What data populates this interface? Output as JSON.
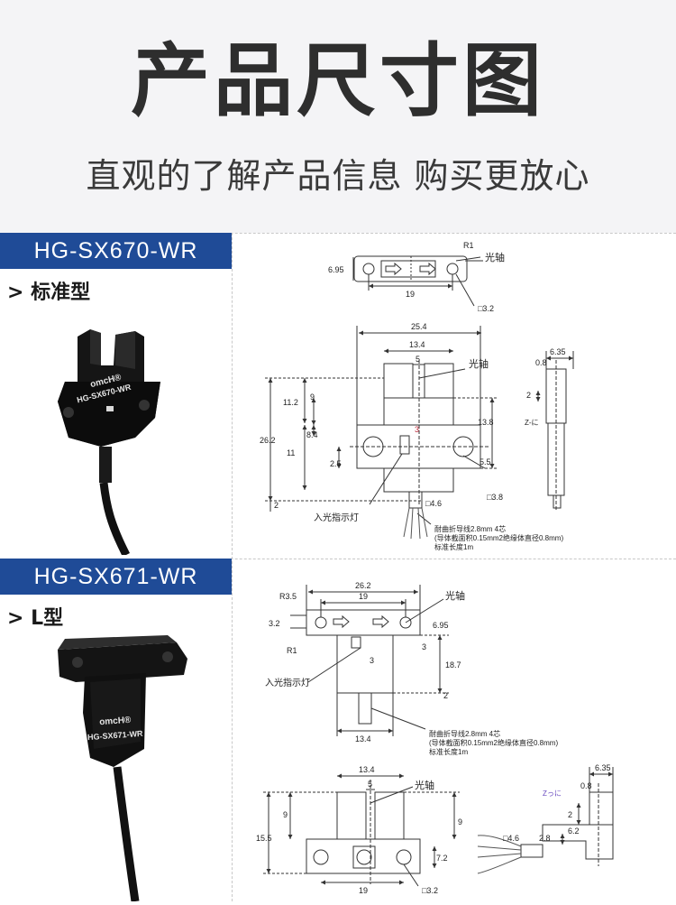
{
  "header": {
    "title": "产品尺寸图",
    "subtitle": "直观的了解产品信息  购买更放心"
  },
  "sections": [
    {
      "model": "HG-SX670-WR",
      "type": "> 标准型",
      "brand": "omcH®",
      "product_text": "HG-SX670-WR"
    },
    {
      "model": "HG-SX671-WR",
      "type": "> L型",
      "brand": "omcH®",
      "product_text": "HG-SX671-WR"
    }
  ],
  "drawing1": {
    "top": {
      "r": "R1",
      "axis": "光轴",
      "h": "6.95",
      "w": "19",
      "hole": "□3.2"
    },
    "front": {
      "w_total": "25.4",
      "w_slot": "13.4",
      "slot": "5",
      "axis": "光轴",
      "h11_2": "11.2",
      "h9": "9",
      "h26_2": "26.2",
      "h8_4": "8.4",
      "h11": "11",
      "h2_5": "2.5",
      "h2": "2",
      "c3": "3",
      "h13_8": "13.8",
      "h5_5": "5.5",
      "hole": "□3.8",
      "cable_d": "□4.6",
      "led": "入光指示灯",
      "cable1": "耐曲折导线2.8mm 4芯",
      "cable2": "(导体截面积0.15mm2绝缘体直径0.8mm)",
      "cable3": "标准长度1m"
    },
    "side": {
      "w": "6.35",
      "t": "0.8",
      "h": "2",
      "mark": "Z-に"
    }
  },
  "drawing2": {
    "top": {
      "w_total": "26.2",
      "w": "19",
      "axis": "光轴",
      "r35": "R3.5",
      "h32": "3.2",
      "h695": "6.95",
      "r1": "R1",
      "c3a": "3",
      "c3b": "3",
      "h18_7": "18.7",
      "led": "入光指示灯",
      "h2": "2",
      "w13_4": "13.4",
      "cable1": "耐曲折导线2.8mm 4芯",
      "cable2": "(导体截面积0.15mm2绝缘体直径0.8mm)",
      "cable3": "标准长度1m"
    },
    "front": {
      "w_slot": "13.4",
      "slot": "5",
      "axis": "光轴",
      "h15_5": "15.5",
      "h9a": "9",
      "h9b": "9",
      "h7_2": "7.2",
      "w19": "19",
      "hole": "□3.2"
    },
    "side": {
      "w": "6.35",
      "t": "0.8",
      "h": "2",
      "h6_2": "6.2",
      "h2_8": "2.8",
      "cable_d": "□4.6",
      "mark": "Zっに"
    }
  }
}
